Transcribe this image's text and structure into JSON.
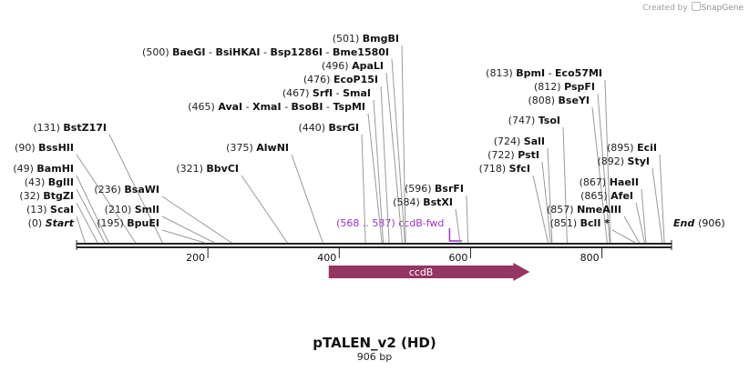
{
  "credit": {
    "prefix": "Created by",
    "brand": "SnapGene"
  },
  "map": {
    "title": "pTALEN_v2 (HD)",
    "length_label": "906 bp",
    "length": 906,
    "start_label": "Start",
    "start_pos": "(0)",
    "end_label": "End",
    "end_pos": "(906)",
    "ticks": [
      200,
      400,
      600,
      800
    ],
    "colors": {
      "backbone": "#222222",
      "feature": "#943563",
      "primer": "#9933cc",
      "label": "#111111",
      "position": "#222222",
      "leader": "#999999"
    },
    "sites": [
      {
        "pos": 0,
        "pos_label": "(0)",
        "names": [
          {
            "t": "Start",
            "italic": true
          }
        ],
        "leader": false
      },
      {
        "pos": 13,
        "pos_label": "(13)",
        "names": [
          {
            "t": "ScaI"
          }
        ]
      },
      {
        "pos": 32,
        "pos_label": "(32)",
        "names": [
          {
            "t": "BtgZI"
          }
        ]
      },
      {
        "pos": 43,
        "pos_label": "(43)",
        "names": [
          {
            "t": "BglII"
          }
        ]
      },
      {
        "pos": 49,
        "pos_label": "(49)",
        "names": [
          {
            "t": "BamHI"
          }
        ]
      },
      {
        "pos": 90,
        "pos_label": "(90)",
        "names": [
          {
            "t": "BssHII"
          }
        ]
      },
      {
        "pos": 131,
        "pos_label": "(131)",
        "names": [
          {
            "t": "BstZ17I"
          }
        ]
      },
      {
        "pos": 195,
        "pos_label": "(195)",
        "names": [
          {
            "t": "BpuEI"
          }
        ]
      },
      {
        "pos": 210,
        "pos_label": "(210)",
        "names": [
          {
            "t": "SmlI"
          }
        ]
      },
      {
        "pos": 236,
        "pos_label": "(236)",
        "names": [
          {
            "t": "BsaWI"
          }
        ]
      },
      {
        "pos": 321,
        "pos_label": "(321)",
        "names": [
          {
            "t": "BbvCI"
          }
        ]
      },
      {
        "pos": 375,
        "pos_label": "(375)",
        "names": [
          {
            "t": "AlwNI"
          }
        ]
      },
      {
        "pos": 440,
        "pos_label": "(440)",
        "names": [
          {
            "t": "BsrGI"
          }
        ]
      },
      {
        "pos": 465,
        "pos_label": "(465)",
        "names": [
          {
            "t": "AvaI"
          },
          {
            "t": "XmaI"
          },
          {
            "t": "BsoBI"
          },
          {
            "t": "TspMI"
          }
        ]
      },
      {
        "pos": 467,
        "pos_label": "(467)",
        "names": [
          {
            "t": "SrfI"
          },
          {
            "t": "SmaI"
          }
        ]
      },
      {
        "pos": 476,
        "pos_label": "(476)",
        "names": [
          {
            "t": "EcoP15I"
          }
        ]
      },
      {
        "pos": 496,
        "pos_label": "(496)",
        "names": [
          {
            "t": "ApaLI"
          }
        ]
      },
      {
        "pos": 500,
        "pos_label": "(500)",
        "names": [
          {
            "t": "BaeGI"
          },
          {
            "t": "BsiHKAI"
          },
          {
            "t": "Bsp1286I"
          },
          {
            "t": "Bme1580I"
          }
        ]
      },
      {
        "pos": 501,
        "pos_label": "(501)",
        "names": [
          {
            "t": "BmgBI"
          }
        ]
      },
      {
        "pos": 584,
        "pos_label": "(584)",
        "names": [
          {
            "t": "BstXI"
          }
        ]
      },
      {
        "pos": 596,
        "pos_label": "(596)",
        "names": [
          {
            "t": "BsrFI"
          }
        ]
      },
      {
        "pos": 718,
        "pos_label": "(718)",
        "names": [
          {
            "t": "SfcI"
          }
        ]
      },
      {
        "pos": 722,
        "pos_label": "(722)",
        "names": [
          {
            "t": "PstI"
          }
        ]
      },
      {
        "pos": 724,
        "pos_label": "(724)",
        "names": [
          {
            "t": "SalI"
          }
        ]
      },
      {
        "pos": 747,
        "pos_label": "(747)",
        "names": [
          {
            "t": "TsoI"
          }
        ]
      },
      {
        "pos": 808,
        "pos_label": "(808)",
        "names": [
          {
            "t": "BseYI"
          }
        ]
      },
      {
        "pos": 812,
        "pos_label": "(812)",
        "names": [
          {
            "t": "PspFI"
          }
        ]
      },
      {
        "pos": 813,
        "pos_label": "(813)",
        "names": [
          {
            "t": "BpmI"
          },
          {
            "t": "Eco57MI"
          }
        ]
      },
      {
        "pos": 851,
        "pos_label": "(851)",
        "names": [
          {
            "t": "BclI *"
          }
        ]
      },
      {
        "pos": 857,
        "pos_label": "(857)",
        "names": [
          {
            "t": "NmeAIII"
          }
        ]
      },
      {
        "pos": 865,
        "pos_label": "(865)",
        "names": [
          {
            "t": "AfeI"
          }
        ]
      },
      {
        "pos": 867,
        "pos_label": "(867)",
        "names": [
          {
            "t": "HaeII"
          }
        ]
      },
      {
        "pos": 892,
        "pos_label": "(892)",
        "names": [
          {
            "t": "StyI"
          }
        ]
      },
      {
        "pos": 895,
        "pos_label": "(895)",
        "names": [
          {
            "t": "EciI"
          }
        ]
      },
      {
        "pos": 906,
        "pos_label": "(906)",
        "names": [
          {
            "t": "End",
            "italic": true
          }
        ],
        "leader": false
      }
    ],
    "primer": {
      "range_label": "(568 .. 587)",
      "name": "ccdB-fwd",
      "start": 568,
      "end": 587
    },
    "feature": {
      "name": "ccdB",
      "start": 384,
      "end": 690,
      "direction": "forward"
    }
  }
}
